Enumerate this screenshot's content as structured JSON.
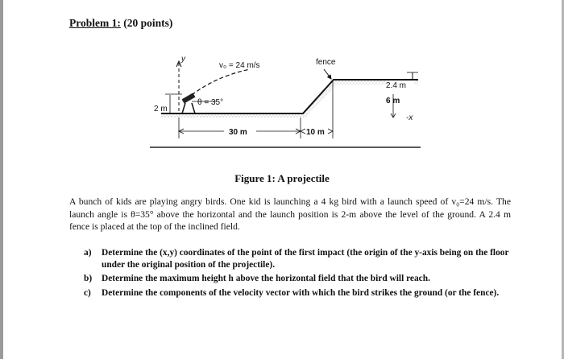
{
  "problem": {
    "title_num": "Problem 1:",
    "title_rest": " (20 points)"
  },
  "figure": {
    "axis_y": "y",
    "axis_x": "-x",
    "velocity": "v₀ = 24 m/s",
    "angle": "θ = 35°",
    "fence": "fence",
    "fence_height": "2.4 m",
    "field_height": "6 m",
    "launch_height": "2 m",
    "dist_1": "30 m",
    "dist_2": "10 m",
    "caption": "Figure 1: A projectile"
  },
  "paragraph": "A bunch of kids are playing angry birds. One kid is launching a 4 kg bird with a launch speed of v₀=24 m/s. The launch angle is θ=35° above the horizontal and the launch position is 2-m above the level of the ground. A 2.4 m fence is placed at the top of the inclined field.",
  "questions": [
    {
      "label": "a)",
      "text": "Determine the (x,y) coordinates of the point of the first impact (the origin of the y-axis being on the floor under the original position of the projectile)."
    },
    {
      "label": "b)",
      "text": "Determine the maximum height h above the horizontal field that the bird will reach."
    },
    {
      "label": "c)",
      "text": "Determine the components of the velocity vector with which the bird strikes the ground (or the fence)."
    }
  ]
}
